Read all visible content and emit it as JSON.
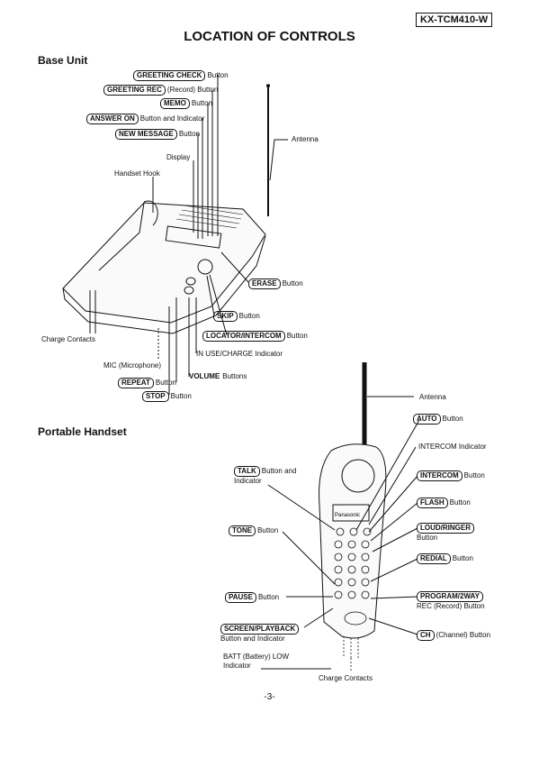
{
  "header": {
    "model": "KX-TCM410-W",
    "title": "LOCATION OF CONTROLS",
    "page_number": "-3-"
  },
  "base_unit": {
    "heading": "Base Unit",
    "greeting_check": {
      "button": "GREETING CHECK",
      "suffix": "Button"
    },
    "greeting_rec": {
      "button": "GREETING REC",
      "suffix": "(Record) Button"
    },
    "memo": {
      "button": "MEMO",
      "suffix": "Button"
    },
    "answer_on": {
      "button": "ANSWER ON",
      "suffix": "Button and Indicator"
    },
    "new_message": {
      "button": "NEW MESSAGE",
      "suffix": "Button"
    },
    "display": "Display",
    "handset_hook": "Handset Hook",
    "antenna": "Antenna",
    "erase": {
      "button": "ERASE",
      "suffix": "Button"
    },
    "skip": {
      "button": "SKIP",
      "suffix": "Button"
    },
    "locator": {
      "button": "LOCATOR/INTERCOM",
      "suffix": "Button"
    },
    "in_use": "IN USE/CHARGE Indicator",
    "volume": {
      "button": "VOLUME",
      "suffix": "Buttons"
    },
    "charge_contacts": "Charge Contacts",
    "mic": "MIC (Microphone)",
    "repeat": {
      "button": "REPEAT",
      "suffix": "Button"
    },
    "stop": {
      "button": "STOP",
      "suffix": "Button"
    }
  },
  "handset": {
    "heading": "Portable Handset",
    "antenna": "Antenna",
    "auto": {
      "button": "AUTO",
      "suffix": "Button"
    },
    "intercom_indicator": "INTERCOM Indicator",
    "intercom": {
      "button": "INTERCOM",
      "suffix": "Button"
    },
    "flash": {
      "button": "FLASH",
      "suffix": "Button"
    },
    "loud_ringer": {
      "button": "LOUD/RINGER",
      "suffix": "Button"
    },
    "redial": {
      "button": "REDIAL",
      "suffix": "Button"
    },
    "program": {
      "button": "PROGRAM/2WAY",
      "suffix": "REC (Record) Button"
    },
    "ch": {
      "button": "CH",
      "suffix": "(Channel) Button"
    },
    "talk": {
      "button": "TALK",
      "suffix": "Button and",
      "suffix2": "Indicator"
    },
    "tone": {
      "button": "TONE",
      "suffix": "Button"
    },
    "pause": {
      "button": "PAUSE",
      "suffix": "Button"
    },
    "screen": {
      "button": "SCREEN/PLAYBACK",
      "suffix": "Button and Indicator"
    },
    "batt": {
      "line1": "BATT (Battery) LOW",
      "line2": "Indicator"
    },
    "charge_contacts": "Charge Contacts",
    "brand": "Panasonic"
  }
}
